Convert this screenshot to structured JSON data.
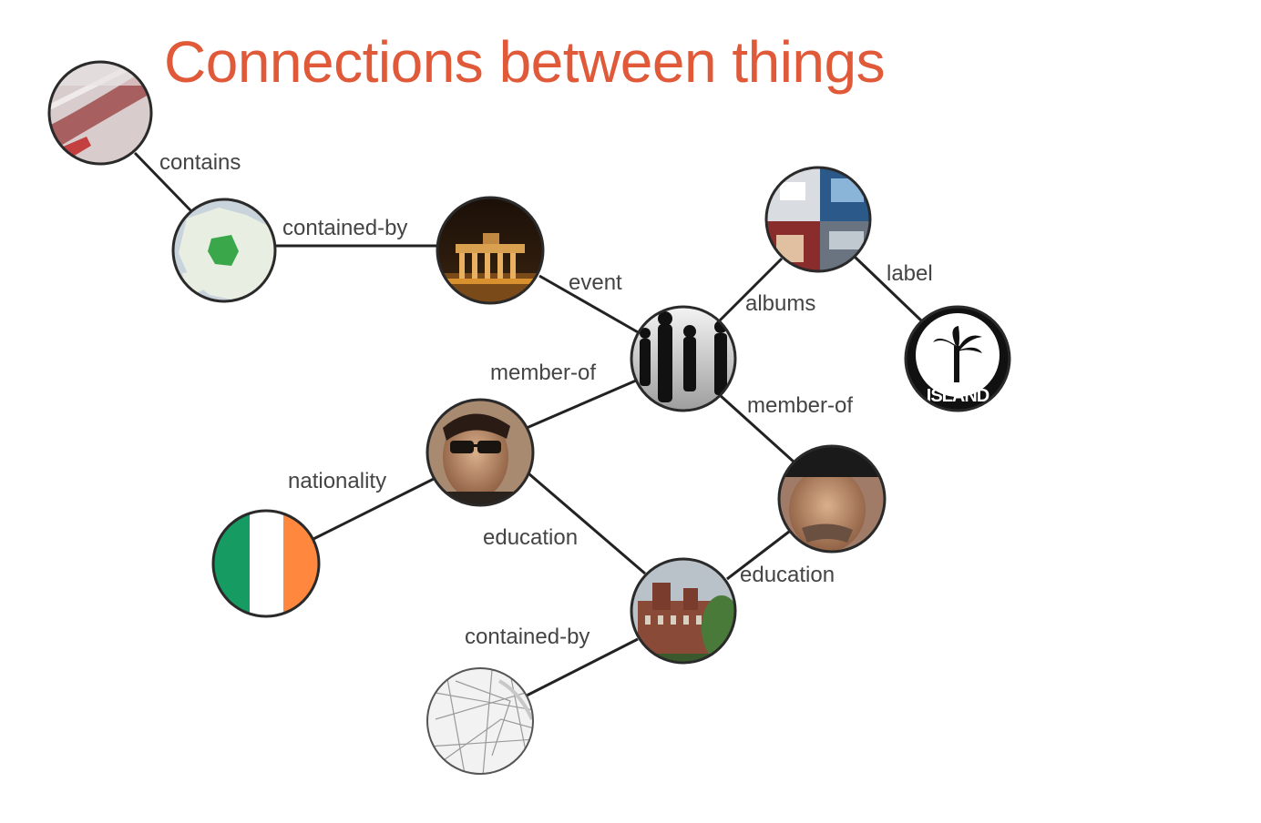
{
  "title": "Connections between things",
  "colors": {
    "title": "#e05a3a",
    "edge": "#222222",
    "label": "#444444",
    "ring": "#2a2a2a",
    "ireland_green": "#169b62",
    "ireland_orange": "#ff883e"
  },
  "nodes": [
    {
      "id": "berlin-wall",
      "icon": "berlin-wall-photo"
    },
    {
      "id": "europe-map",
      "icon": "germany-in-europe-map"
    },
    {
      "id": "brandenburg-gate",
      "icon": "brandenburg-gate-photo"
    },
    {
      "id": "u2",
      "icon": "u2-band-photo"
    },
    {
      "id": "albums",
      "icon": "album-covers-collage"
    },
    {
      "id": "island-records",
      "icon": "island-records-logo",
      "logo_text": "ISLAND"
    },
    {
      "id": "bono",
      "icon": "bono-portrait"
    },
    {
      "id": "the-edge",
      "icon": "the-edge-portrait"
    },
    {
      "id": "ireland",
      "icon": "irish-flag"
    },
    {
      "id": "school",
      "icon": "school-building-photo"
    },
    {
      "id": "street-map",
      "icon": "street-map"
    }
  ],
  "edges": [
    {
      "from": "berlin-wall",
      "to": "europe-map",
      "label": "contains"
    },
    {
      "from": "europe-map",
      "to": "brandenburg-gate",
      "label": "contained-by"
    },
    {
      "from": "brandenburg-gate",
      "to": "u2",
      "label": "event"
    },
    {
      "from": "u2",
      "to": "albums",
      "label": "albums"
    },
    {
      "from": "albums",
      "to": "island-records",
      "label": "label"
    },
    {
      "from": "u2",
      "to": "bono",
      "label": "member-of"
    },
    {
      "from": "u2",
      "to": "the-edge",
      "label": "member-of"
    },
    {
      "from": "bono",
      "to": "ireland",
      "label": "nationality"
    },
    {
      "from": "bono",
      "to": "school",
      "label": "education"
    },
    {
      "from": "the-edge",
      "to": "school",
      "label": "education"
    },
    {
      "from": "school",
      "to": "street-map",
      "label": "contained-by"
    }
  ]
}
